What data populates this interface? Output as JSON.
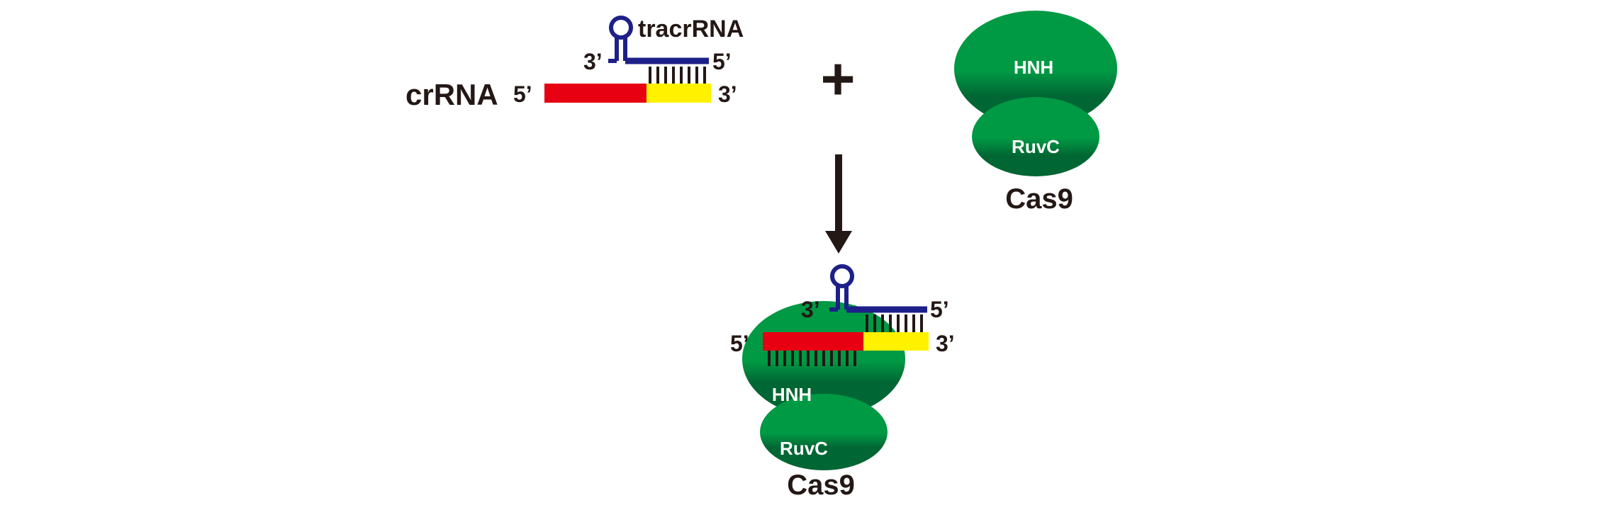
{
  "labels": {
    "tracrrna": "tracrRNA",
    "crrna": "crRNA",
    "three_prime": "3’",
    "five_prime": "5’",
    "plus": "+",
    "hnh": "HNH",
    "ruvc": "RuvC",
    "cas9": "Cas9"
  },
  "colors": {
    "guide_red": "#e60012",
    "guide_yellow": "#fff100",
    "tracr_blue": "#1d2088",
    "base_pair_black": "#231815",
    "hnh_green": "#009944",
    "ruvc_dark_green": "#006633",
    "arrow": "#231815"
  }
}
